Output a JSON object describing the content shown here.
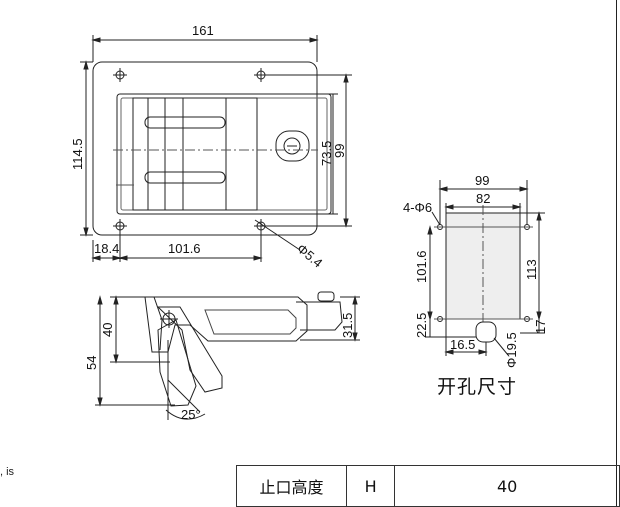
{
  "front_view": {
    "width": "161",
    "height": "114.5",
    "inner_height": "73.5",
    "hole_pitch_v": "99",
    "offset_left": "18.4",
    "hole_pitch_h": "101.6",
    "hole_dia": "Φ5.4"
  },
  "side_view": {
    "total_height": "54",
    "body_height": "40",
    "flange_height": "31.5",
    "angle": "25°"
  },
  "cutout": {
    "outer_width": "99",
    "inner_width": "82",
    "holes": "4-Φ6",
    "pitch_v": "101.6",
    "height": "113",
    "bottom_offset": "22.5",
    "side_offset": "17",
    "slot_offset": "16.5",
    "slot_dia": "Φ19.5",
    "caption": "开孔尺寸"
  },
  "note": ", is",
  "spec_table": {
    "label": "止口高度",
    "symbol": "H",
    "value": "40"
  }
}
